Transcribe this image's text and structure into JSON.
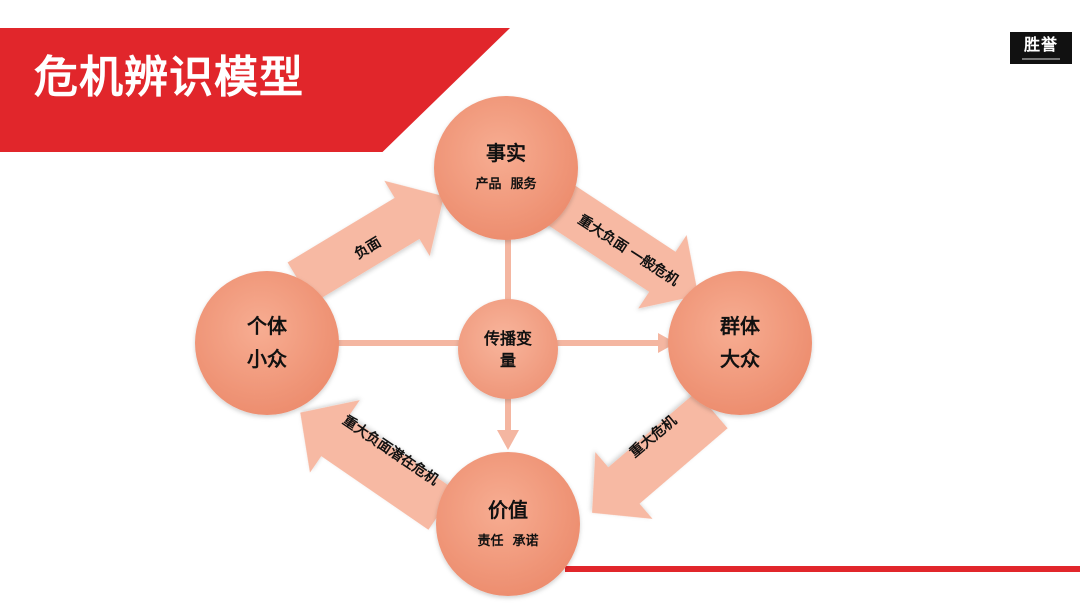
{
  "header": {
    "title": "危机辨识模型",
    "logo_text": "胜誉"
  },
  "nodes": {
    "fact": {
      "label": "事实",
      "sub": "产品  服务"
    },
    "individual": {
      "line1": "个体",
      "line2": "小众"
    },
    "group": {
      "line1": "群体",
      "line2": "大众"
    },
    "value": {
      "label": "价值",
      "sub": "责任  承诺"
    },
    "center": {
      "line1": "传播变",
      "line2": "量"
    }
  },
  "arrows": {
    "individual_to_fact": "负面",
    "fact_to_group": "重大负面  一般危机",
    "group_to_value": "重大危机",
    "value_to_individual": "重大负面潜在危机"
  },
  "colors": {
    "banner": "#e1262b",
    "node_fill": "#f1997c",
    "arrow_fill": "#f7b9a3",
    "connector": "#f4b6a1"
  }
}
